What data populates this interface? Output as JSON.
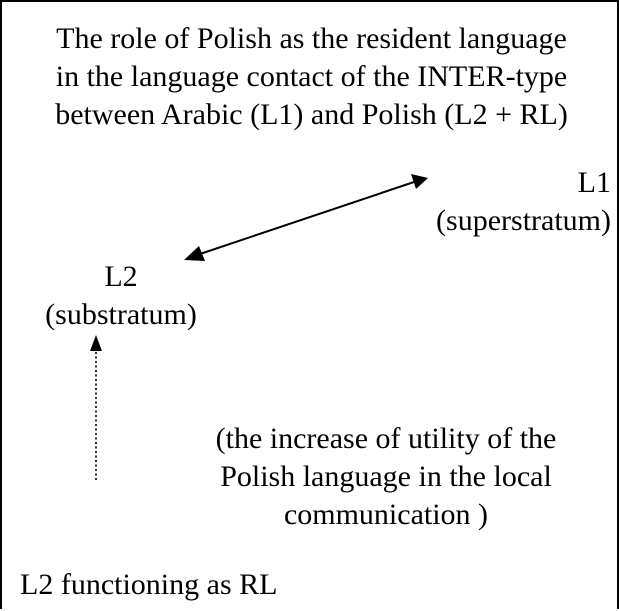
{
  "title": {
    "line1": "The role of  Polish as the resident language",
    "line2": "in the language contact of the INTER-type",
    "line3": "between Arabic (L1) and Polish (L2 + RL)"
  },
  "l1": {
    "code": "L1",
    "role": "(superstratum)"
  },
  "l2": {
    "code": "L2",
    "role": "(substratum)"
  },
  "note": {
    "line1": "(the increase of utility of the",
    "line2": "Polish language in the local",
    "line3": "communication )"
  },
  "footer": {
    "text": "L2 functioning as RL"
  },
  "colors": {
    "text": "#000000",
    "border": "#000000",
    "background": "#ffffff"
  }
}
